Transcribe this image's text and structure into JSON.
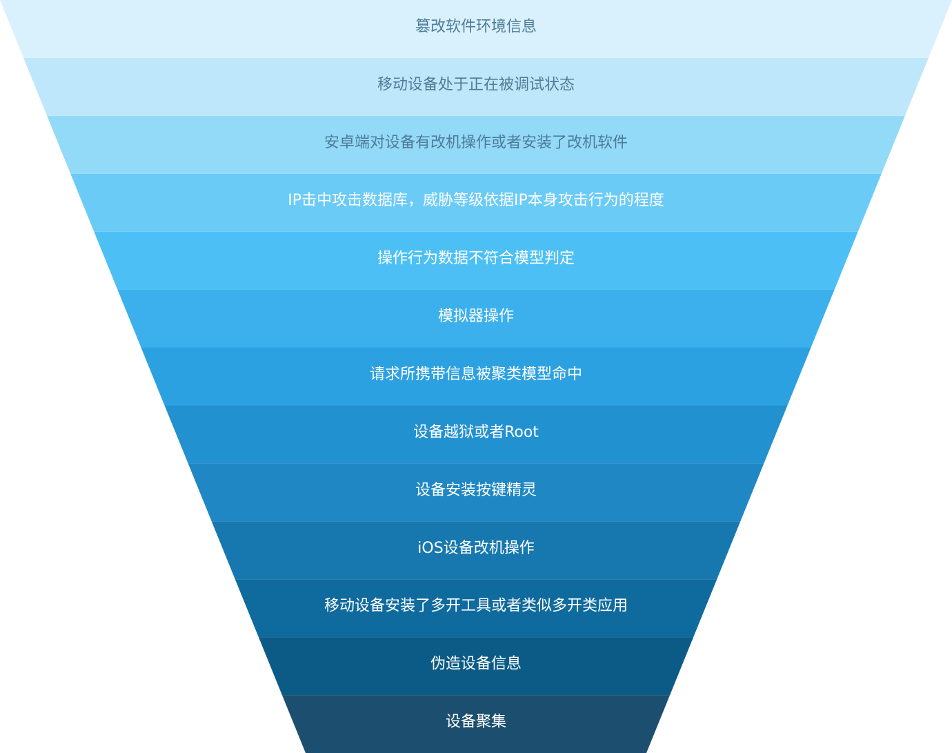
{
  "funnel": {
    "stages": [
      {
        "label": "篡改软件环境信息",
        "color": "#d9f1fd",
        "text_color": "#4f7b97"
      },
      {
        "label": "移动设备处于正在被调试状态",
        "color": "#bfe7fb",
        "text_color": "#4f7b97"
      },
      {
        "label": "安卓端对设备有改机操作或者安装了改机软件",
        "color": "#93daf9",
        "text_color": "#4f7b97"
      },
      {
        "label": "IP击中攻击数据库，威胁等级依据IP本身攻击行为的程度",
        "color": "#6bcbf7",
        "text_color": "#ffffff"
      },
      {
        "label": "操作行为数据不符合模型判定",
        "color": "#4cc0f5",
        "text_color": "#ffffff"
      },
      {
        "label": "模拟器操作",
        "color": "#3bb0ec",
        "text_color": "#ffffff"
      },
      {
        "label": "请求所携带信息被聚类模型命中",
        "color": "#2ca1e1",
        "text_color": "#ffffff"
      },
      {
        "label": "设备越狱或者Root",
        "color": "#2291d0",
        "text_color": "#ffffff"
      },
      {
        "label": "设备安装按键精灵",
        "color": "#1e87c4",
        "text_color": "#ffffff"
      },
      {
        "label": "iOS设备改机操作",
        "color": "#1678ae",
        "text_color": "#ffffff"
      },
      {
        "label": "移动设备安装了多开工具或者类似多开类应用",
        "color": "#0f6a9d",
        "text_color": "#ffffff"
      },
      {
        "label": "伪造设备信息",
        "color": "#0c5b87",
        "text_color": "#ffffff"
      },
      {
        "label": "设备聚集",
        "color": "#1c4f6f",
        "text_color": "#ffffff"
      }
    ]
  }
}
